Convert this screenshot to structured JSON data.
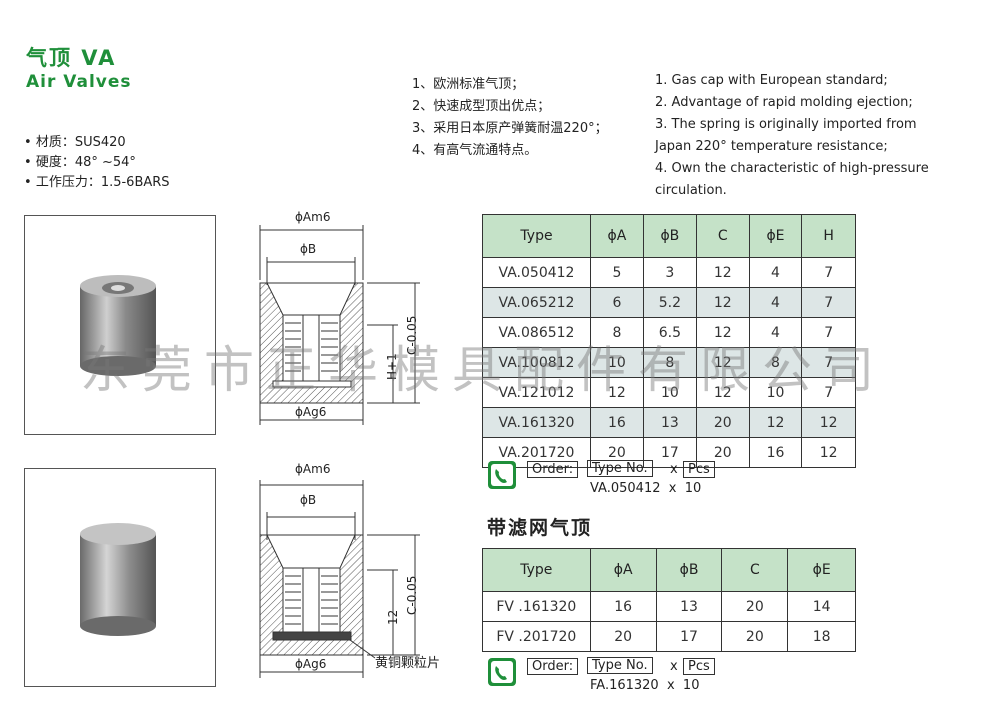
{
  "title_cn": "气顶 VA",
  "title_en": "Air Valves",
  "properties": [
    "材质：SUS420",
    "硬度：48° ~54°",
    "工作压力：1.5-6BARS"
  ],
  "features_cn": [
    "1、欧洲标准气顶；",
    "2、快速成型顶出优点；",
    "3、采用日本原产弹簧耐温220°；",
    "4、有高气流通特点。"
  ],
  "features_en": [
    "1. Gas cap with European standard;",
    "2. Advantage of rapid molding ejection;",
    "3. The spring is originally imported from Japan 220° temperature resistance;",
    "4. Own the characteristic of high-pressure circulation."
  ],
  "drawing1": {
    "dim_top": "ϕAm6",
    "dim_b": "ϕB",
    "dim_c": "C-0.05",
    "dim_h": "H+1",
    "dim_bottom": "ϕAg6"
  },
  "drawing2": {
    "dim_top": "ϕAm6",
    "dim_b": "ϕB",
    "dim_c": "C-0.05",
    "dim_h": "12",
    "dim_bottom": "ϕAg6",
    "callout": "黄铜颗粒片"
  },
  "table_va": {
    "headers": [
      "Type",
      "ϕA",
      "ϕB",
      "C",
      "ϕE",
      "H"
    ],
    "rows": [
      [
        "VA.050412",
        "5",
        "3",
        "12",
        "4",
        "7"
      ],
      [
        "VA.065212",
        "6",
        "5.2",
        "12",
        "4",
        "7"
      ],
      [
        "VA.086512",
        "8",
        "6.5",
        "12",
        "4",
        "7"
      ],
      [
        "VA.100812",
        "10",
        "8",
        "12",
        "8",
        "7"
      ],
      [
        "VA.121012",
        "12",
        "10",
        "12",
        "10",
        "7"
      ],
      [
        "VA.161320",
        "16",
        "13",
        "20",
        "12",
        "12"
      ],
      [
        "VA.201720",
        "20",
        "17",
        "20",
        "16",
        "12"
      ]
    ]
  },
  "order_va": {
    "order_label": "Order:",
    "type_label": "Type No.",
    "x": "x",
    "pcs_label": "Pcs",
    "example": "VA.050412  x  10"
  },
  "subtitle_fv": "带滤网气顶",
  "table_fv": {
    "headers": [
      "Type",
      "ϕA",
      "ϕB",
      "C",
      "ϕE"
    ],
    "rows": [
      [
        "FV .161320",
        "16",
        "13",
        "20",
        "14"
      ],
      [
        "FV .201720",
        "20",
        "17",
        "20",
        "18"
      ]
    ]
  },
  "order_fv": {
    "order_label": "Order:",
    "type_label": "Type No.",
    "x": "x",
    "pcs_label": "Pcs",
    "example": "FA.161320  x  10"
  },
  "watermark": "东莞市正华模具配件有限公司",
  "colors": {
    "brand_green": "#1f8f3a",
    "table_header": "#c5e2c8",
    "table_alt": "#dde6e6"
  }
}
